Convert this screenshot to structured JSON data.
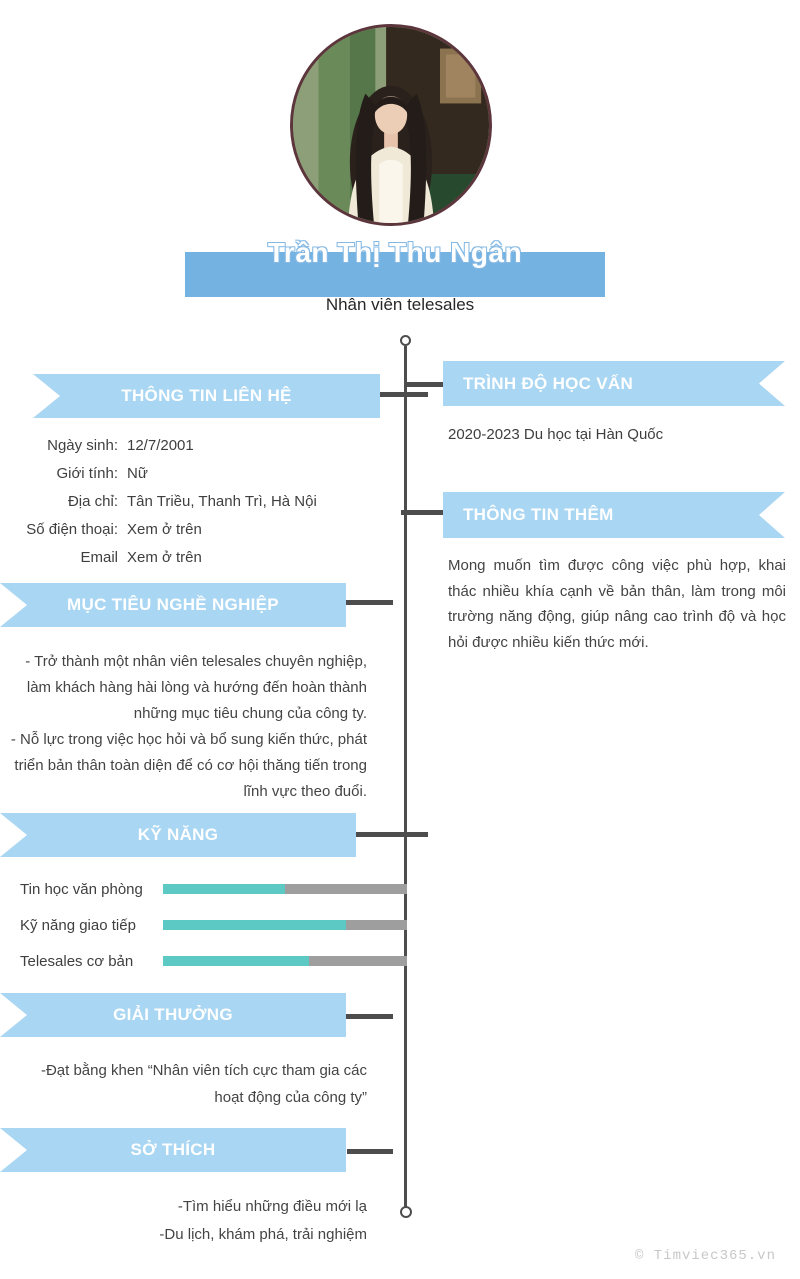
{
  "header": {
    "name": "Trần Thị Thu Ngân",
    "job_title": "Nhân viên telesales"
  },
  "contact": {
    "heading": "THÔNG TIN LIÊN HỆ",
    "rows": [
      {
        "label": "Ngày sinh:",
        "value": "12/7/2001"
      },
      {
        "label": "Giới tính:",
        "value": "Nữ"
      },
      {
        "label": "Địa chỉ:",
        "value": "Tân Triều, Thanh Trì, Hà Nội"
      },
      {
        "label": "Số điện thoại:",
        "value": "Xem ở trên"
      },
      {
        "label": "Email",
        "value": "Xem ở trên"
      }
    ]
  },
  "objective": {
    "heading": "MỤC TIÊU NGHỀ NGHIỆP",
    "paragraphs": [
      "- Trở thành một nhân viên telesales chuyên nghiệp, làm khách hàng hài lòng và hướng đến hoàn thành những mục tiêu chung của công ty.",
      "- Nỗ lực trong việc học hỏi và bổ sung kiến thức, phát triển bản thân toàn diện để có cơ hội thăng tiến trong lĩnh vực theo đuổi."
    ]
  },
  "skills": {
    "heading": "KỸ NĂNG",
    "items": [
      {
        "label": "Tin học văn phòng",
        "percent": 50
      },
      {
        "label": "Kỹ năng giao tiếp",
        "percent": 75
      },
      {
        "label": "Telesales cơ bản",
        "percent": 60
      }
    ]
  },
  "awards": {
    "heading": "GIẢI THƯỞNG",
    "lines": [
      "-Đạt bằng khen “Nhân viên tích cực tham gia các hoạt động của công ty”"
    ]
  },
  "hobbies": {
    "heading": "SỞ THÍCH",
    "lines": [
      "-Tìm hiểu những điều mới lạ",
      "-Du lịch, khám phá, trải nghiệm"
    ]
  },
  "education": {
    "heading": "TRÌNH ĐỘ HỌC VẤN",
    "lines": [
      "2020-2023 Du học tại Hàn Quốc"
    ]
  },
  "additional": {
    "heading": "THÔNG TIN THÊM",
    "text": "Mong muốn tìm được công việc phù hợp, khai thác nhiều khía cạnh về bản thân, làm trong môi trường năng động, giúp nâng cao trình độ và học hỏi được nhiều kiến thức mới."
  },
  "watermark": "© Timviec365.vn",
  "colors": {
    "name_banner_blue": "#74b2e2",
    "section_banner_blue": "#a9d6f2",
    "skill_teal": "#5cc9c4",
    "skill_gray": "#9e9e9e",
    "timeline_gray": "#4d4d4d",
    "photo_border_maroon": "#5c363c",
    "body_text": "#3f3f3f",
    "watermark_gray": "#c8c8c8"
  }
}
